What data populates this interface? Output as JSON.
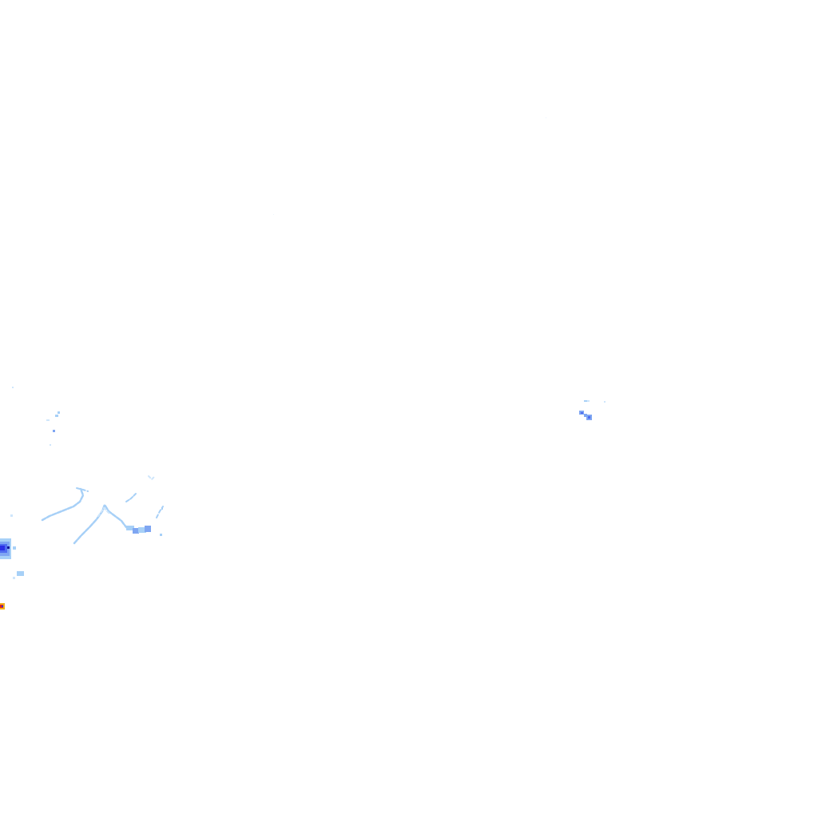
{
  "map": {
    "layer": "precipitation-radar-tile",
    "background": "#ffffff",
    "intensity_palette": {
      "very_light": "#cfe6fb",
      "light": "#a7d0f7",
      "moderate": "#7fa6f2",
      "heavy": "#4f6cf0",
      "very_heavy": "#2b2fe6",
      "extreme": "#e2231a",
      "extreme_edge": "#f2b01e"
    },
    "echoes": [
      {
        "name": "echo-cluster-east",
        "intensity": "moderate"
      },
      {
        "name": "echo-band-west",
        "intensity": "light"
      },
      {
        "name": "echo-cell-west-edge",
        "intensity": "very_heavy"
      },
      {
        "name": "echo-speck-southwest",
        "intensity": "extreme"
      }
    ]
  }
}
